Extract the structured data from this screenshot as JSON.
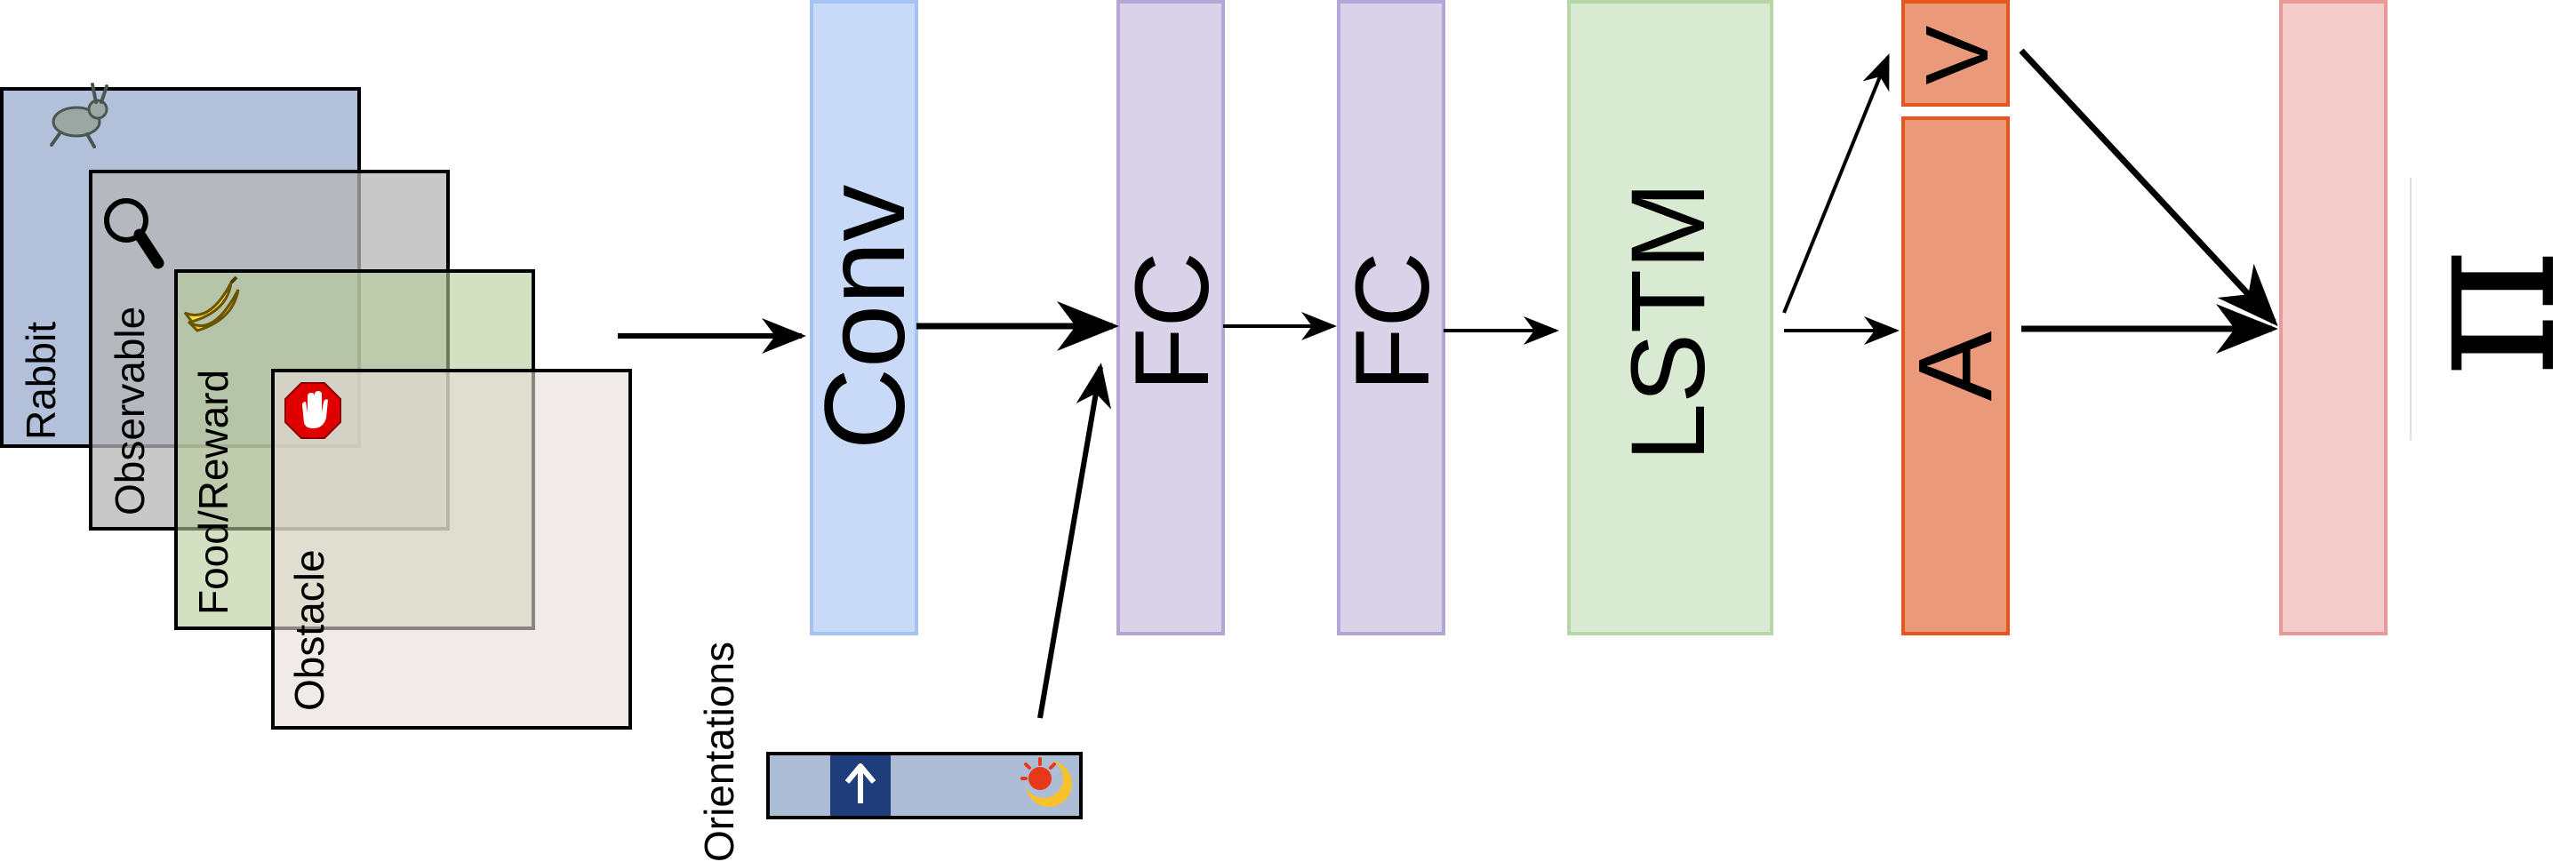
{
  "input_layers": [
    {
      "label": "Rabbit",
      "icon": "rabbit-icon",
      "fill": "#9fb1cf"
    },
    {
      "label": "Observable",
      "icon": "magnifier-icon",
      "fill": "#b5b5b5"
    },
    {
      "label": "Food/Reward",
      "icon": "banana-icon",
      "fill": "#b8cc9a"
    },
    {
      "label": "Obstacle",
      "icon": "stop-hand-icon",
      "fill": "#e6dcd8"
    }
  ],
  "orientations": {
    "label": "Orientations",
    "icons": [
      "arrow-up-icon",
      "sun-moon-icon"
    ],
    "fill": "#aebdd6",
    "marker_fill": "#1f3d7a"
  },
  "blocks": {
    "conv": {
      "label": "Conv",
      "fill": "#c9daf8",
      "stroke": "#a4c2f4"
    },
    "fc1": {
      "label": "FC",
      "fill": "#d9d2e9",
      "stroke": "#b4a7d6"
    },
    "fc2": {
      "label": "FC",
      "fill": "#d9d2e9",
      "stroke": "#b4a7d6"
    },
    "lstm": {
      "label": "LSTM",
      "fill": "#d9ead3",
      "stroke": "#b6d7a8"
    },
    "value": {
      "label": "V",
      "fill": "#ea9a7b",
      "stroke": "#e8561f"
    },
    "advantage": {
      "label": "A",
      "fill": "#ea9a7b",
      "stroke": "#e8561f"
    },
    "policy": {
      "label": "",
      "fill": "#f4cccc",
      "stroke": "#ea9999"
    }
  },
  "output_symbol": "π"
}
